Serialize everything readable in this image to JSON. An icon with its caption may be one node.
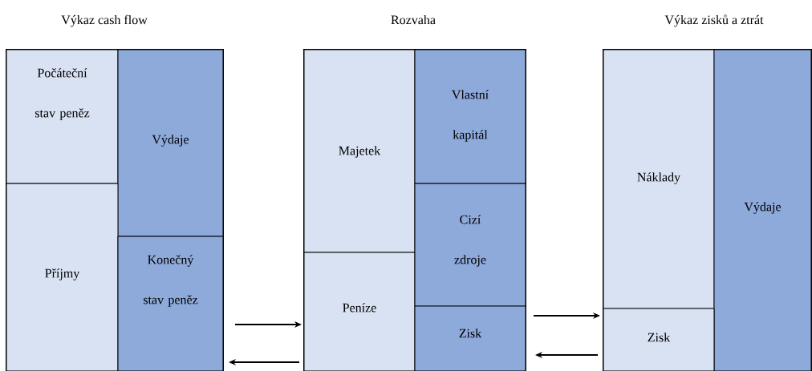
{
  "diagram": {
    "nodes": [
      {
        "text": [
          "Výkaz cash flow"
        ]
      },
      {
        "text": [
          "Počáteční stav peněz"
        ],
        "in": 0
      },
      {
        "text": [
          "Výdaje"
        ],
        "in": 0
      },
      {
        "text": [
          "Příjmy"
        ],
        "in": 0
      },
      {
        "text": [
          "Konečný stav peněz"
        ],
        "in": 0
      },
      {
        "text": [
          "Rozvaha"
        ]
      },
      {
        "text": [
          "Majetek"
        ],
        "in": 5
      },
      {
        "text": [
          "Vlastní kapitál"
        ],
        "in": 5
      },
      {
        "text": [
          "Peníze"
        ],
        "in": 5
      },
      {
        "text": [
          "Cizí zdroje"
        ],
        "in": 5
      },
      {
        "text": [
          "Zisk"
        ],
        "in": 5
      },
      {
        "text": [
          "Výkaz zisků a ztrát"
        ]
      },
      {
        "text": [
          "Náklady"
        ],
        "in": 11
      },
      {
        "text": [
          "Výdaje"
        ],
        "in": 11
      },
      {
        "text": [
          "Zisk"
        ],
        "in": 11
      }
    ],
    "edges": [
      {
        "from": 0,
        "to": 5,
        "arrow": "to"
      },
      {
        "from": 5,
        "to": 0,
        "arrow": "to"
      },
      {
        "from": 5,
        "to": 11,
        "arrow": "to"
      },
      {
        "from": 11,
        "to": 5,
        "arrow": "to"
      }
    ]
  }
}
